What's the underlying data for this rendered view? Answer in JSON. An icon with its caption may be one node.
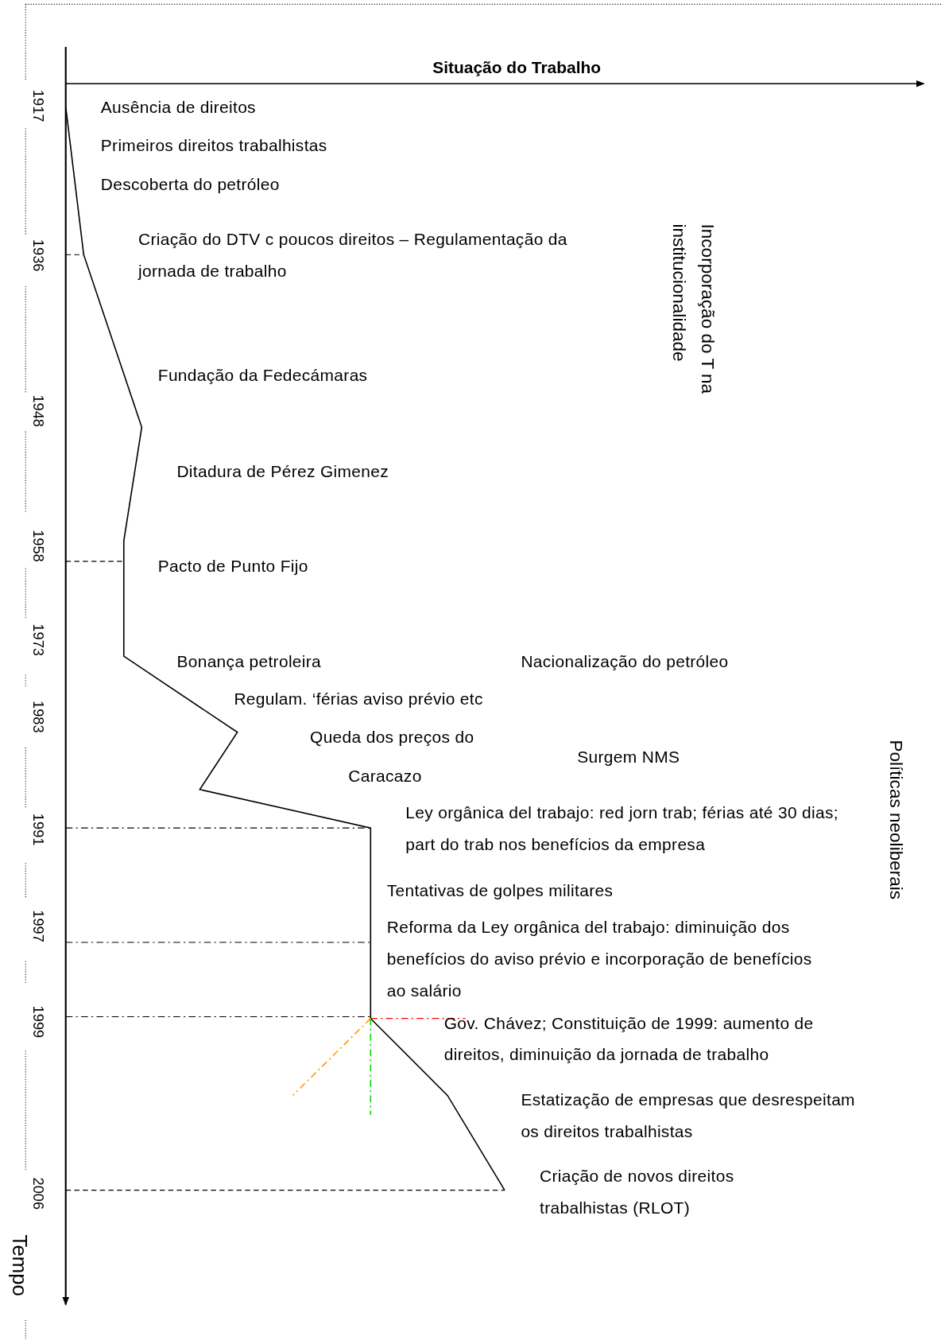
{
  "diagram": {
    "title": "Situação do Trabalho",
    "labels": [
      "1917",
      "Ausência de direitos",
      "Primeiros direitos trabalhistas",
      "Descoberta do petróleo",
      "1936",
      "Criação do DTV c poucos direitos – Regulamentação da jornada de trabalho",
      "Incorporação do T na institucionalidade",
      "Fundação da Fedecámaras",
      "1948",
      "Ditadura de Pérez Gimenez",
      "1958",
      "Pacto de Punto Fijo",
      "1973",
      "Bonança petroleira",
      "Nacionalização do petróleo",
      "Regulam. ‘férias aviso prévio etc",
      "1983",
      "Queda dos preços do",
      "Surgem NMS",
      "Políticas neoliberais",
      "Caracazo",
      "1991",
      "Ley orgânica del trabajo: red jorn trab; férias até 30 dias; part do trab nos benefícios da empresa",
      "Tentativas de golpes militares",
      "1997",
      "Reforma da Ley orgânica del trabajo: diminuição dos benefícios do aviso prévio e incorporação de benefícios ao salário",
      "1999",
      "Gov. Chávez; Constituição de 1999: aumento de direitos, diminuição da jornada de trabalho",
      "Estatização de empresas que desrespeitam os direitos trabalhistas",
      "2006",
      "Criação de novos direitos trabalhistas (RLOT)",
      "Tempo"
    ]
  }
}
